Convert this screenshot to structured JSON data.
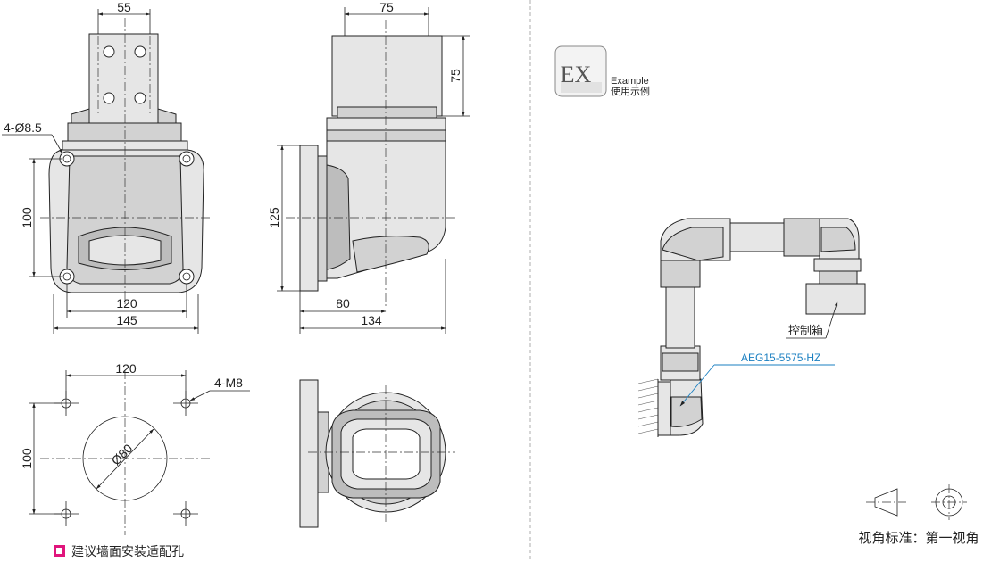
{
  "dimensions": {
    "top_width": "55",
    "bolt_holes": "4-Ø8.5",
    "height_100": "100",
    "width_120": "120",
    "width_145": "145",
    "side_width": "75",
    "side_height": "75",
    "side_125": "125",
    "side_80": "80",
    "side_134": "134",
    "mount_120": "120",
    "mount_100": "100",
    "mount_thread": "4-M8",
    "mount_dia": "Ø80"
  },
  "legend_text": "建议墙面安装适配孔",
  "legend_color": "#e0157c",
  "example": {
    "badge": "EX",
    "label_en": "Example",
    "label_cn": "使用示例"
  },
  "callouts": {
    "control_box": "控制箱",
    "part_number": "AEG15-5575-HZ"
  },
  "colors": {
    "callout_blue": "#1a7fc1"
  },
  "projection_label": "视角标准：第一视角"
}
